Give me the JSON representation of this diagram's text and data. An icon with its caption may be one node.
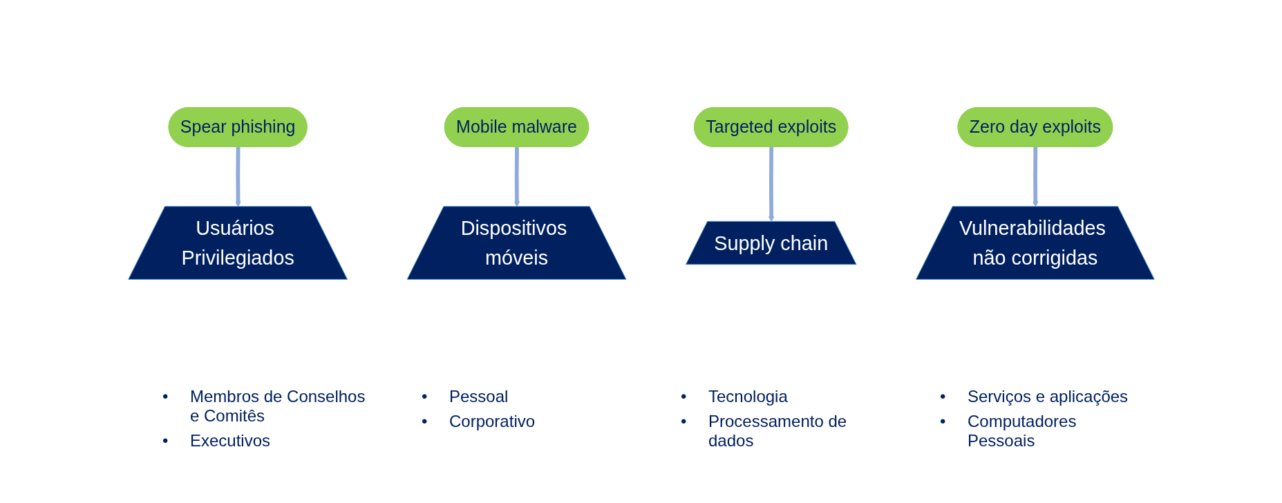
{
  "diagram": {
    "nodes": [
      {
        "text": [
          "Spear phishing"
        ]
      },
      {
        "text": [
          "Mobile malware"
        ]
      },
      {
        "text": [
          "Targeted exploits"
        ]
      },
      {
        "text": [
          "Zero day exploits"
        ]
      },
      {
        "text": [
          "Usuários Privilegiados"
        ],
        "beside": [
          "•",
          "Membros de Conselhos e Comitês",
          "•",
          "Executivos"
        ]
      },
      {
        "text": [
          "Dispositivos móveis"
        ],
        "beside": [
          "•",
          "Pessoal",
          "•",
          "Corporativo"
        ]
      },
      {
        "text": [
          "Supply chain"
        ],
        "beside": [
          "•",
          "Tecnologia",
          "•",
          "Processamento de dados"
        ]
      },
      {
        "text": [
          "Vulnerabilidades não corrigidas"
        ],
        "beside": [
          "•",
          "Serviços e aplicações",
          "•",
          "Computadores Pessoais"
        ]
      }
    ],
    "edges": [
      {
        "from": 0,
        "to": 4,
        "arrow": "to"
      },
      {
        "from": 1,
        "to": 5,
        "arrow": "to"
      },
      {
        "from": 2,
        "to": 6,
        "arrow": "to"
      },
      {
        "from": 3,
        "to": 7,
        "arrow": "to"
      }
    ]
  }
}
